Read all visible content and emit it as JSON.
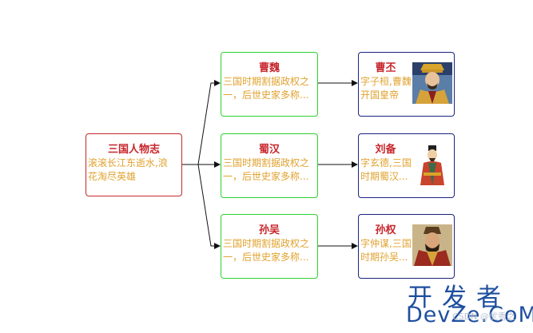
{
  "root": {
    "title": "三国人物志",
    "body": [
      "滚滚长江东逝水,浪",
      "花淘尽英雄"
    ]
  },
  "kingdoms": [
    {
      "title": "曹魏",
      "body": [
        "三国时期割据政权之",
        "一，后世史家多称..."
      ]
    },
    {
      "title": "蜀汉",
      "body": [
        "三国时期割据政权之",
        "一，后世史家多称..."
      ]
    },
    {
      "title": "孙吴",
      "body": [
        "三国时期割据政权之",
        "一，后世史家多称..."
      ]
    }
  ],
  "rulers": [
    {
      "title": "曹丕",
      "body": [
        "字子桓,曹魏",
        "开国皇帝"
      ],
      "portrait": "caopi-portrait"
    },
    {
      "title": "刘备",
      "body": [
        "字玄德,三国",
        "时期蜀汉..."
      ],
      "portrait": "liubei-portrait"
    },
    {
      "title": "孙权",
      "body": [
        "字仲谋,三国",
        "时期孙吴..."
      ],
      "portrait": "sunquan-portrait"
    }
  ],
  "watermark": {
    "line1": "开发者",
    "line2": "DevZe.CoM",
    "faint": "CSDN @优秀之"
  },
  "colors": {
    "root_border": "#c4282b",
    "kingdom_border": "#2fd12f",
    "ruler_border": "#1a237e",
    "title_text": "#c7252b",
    "body_text": "#e0a22e",
    "edge": "#111111",
    "watermark": "#1e4f9e"
  }
}
